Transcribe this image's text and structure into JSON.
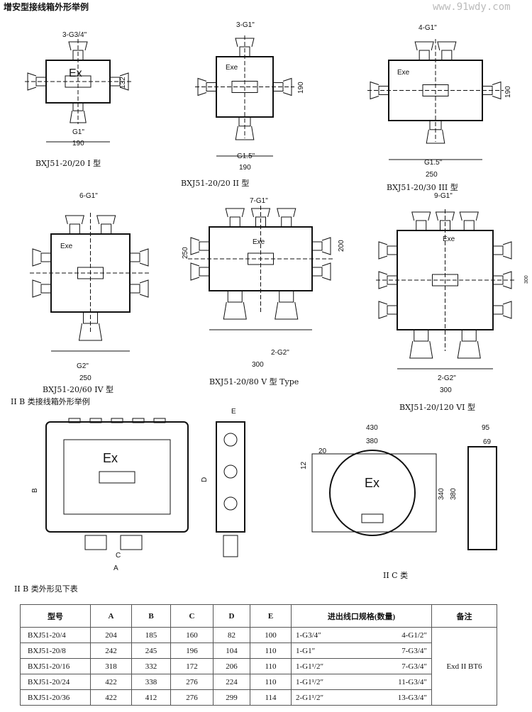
{
  "title": "增安型接线箱外形举例",
  "drawings": [
    {
      "caption": "BXJ51-20/20 I 型",
      "top_label": "3-G3/4\"",
      "mark": "Ex",
      "height_dim": "132",
      "bottom_label": "G1\"",
      "width_dim": "190"
    },
    {
      "caption": "BXJ51-20/20 II 型",
      "top_label": "3-G1\"",
      "mark": "Exe",
      "height_dim": "190",
      "bottom_label": "G1.5\"",
      "width_dim": "190"
    },
    {
      "caption": "BXJ51-20/30 III 型",
      "top_label": "4-G1\"",
      "mark": "Exe",
      "height_dim": "190",
      "bottom_label": "G1.5\"",
      "width_dim": "250"
    },
    {
      "caption": "BXJ51-20/60 IV 型",
      "top_label": "6-G1\"",
      "mark": "Exe",
      "height_dim": "250",
      "bottom_label": "G2\"",
      "width_dim": "250"
    },
    {
      "caption": "BXJ51-20/80 V 型 Type",
      "top_label": "7-G1\"",
      "mark": "Exe",
      "height_dim": "200",
      "bottom_label": "2-G2\"",
      "width_dim": "300"
    },
    {
      "caption": "BXJ51-20/120 VI 型",
      "top_label": "9-G1\"",
      "mark": "Exe",
      "height_dim": "300",
      "bottom_label": "2-G2\"",
      "width_dim": "300"
    }
  ],
  "iib_section_title": "II B 类接线箱外形举例",
  "iib_drawing": {
    "mark": "Ex",
    "dim_a": "A",
    "dim_b": "B",
    "dim_c": "C",
    "dim_d": "D",
    "dim_e": "E"
  },
  "iic_drawing": {
    "mark": "Ex",
    "dim_430": "430",
    "dim_380w": "380",
    "dim_12": "12",
    "dim_20": "20",
    "dim_340": "340",
    "dim_380h": "380",
    "dim_95": "95",
    "dim_69": "69",
    "caption": "II C 类"
  },
  "table_title": "II B 类外形见下表",
  "table": {
    "headers": {
      "model": "型号",
      "a": "A",
      "b": "B",
      "c": "C",
      "d": "D",
      "e": "E",
      "spec": "进出线口规格(数量)",
      "note": "备注"
    },
    "rows": [
      {
        "model": "BXJ51-20/4",
        "a": "204",
        "b": "185",
        "c": "160",
        "d": "82",
        "e": "100",
        "spec1": "1-G3/4″",
        "spec2": "4-G1/2″"
      },
      {
        "model": "BXJ51-20/8",
        "a": "242",
        "b": "245",
        "c": "196",
        "d": "104",
        "e": "110",
        "spec1": "1-G1″",
        "spec2": "7-G3/4″"
      },
      {
        "model": "BXJ51-20/16",
        "a": "318",
        "b": "332",
        "c": "172",
        "d": "206",
        "e": "110",
        "spec1": "1-G1¹/2″",
        "spec2": "7-G3/4″"
      },
      {
        "model": "BXJ51-20/24",
        "a": "422",
        "b": "338",
        "c": "276",
        "d": "224",
        "e": "110",
        "spec1": "1-G1¹/2″",
        "spec2": "11-G3/4″"
      },
      {
        "model": "BXJ51-20/36",
        "a": "422",
        "b": "412",
        "c": "276",
        "d": "299",
        "e": "114",
        "spec1": "2-G1¹/2″",
        "spec2": "13-G3/4″"
      }
    ],
    "note": "Exd II BT6"
  },
  "watermark": "www.91wdy.com"
}
